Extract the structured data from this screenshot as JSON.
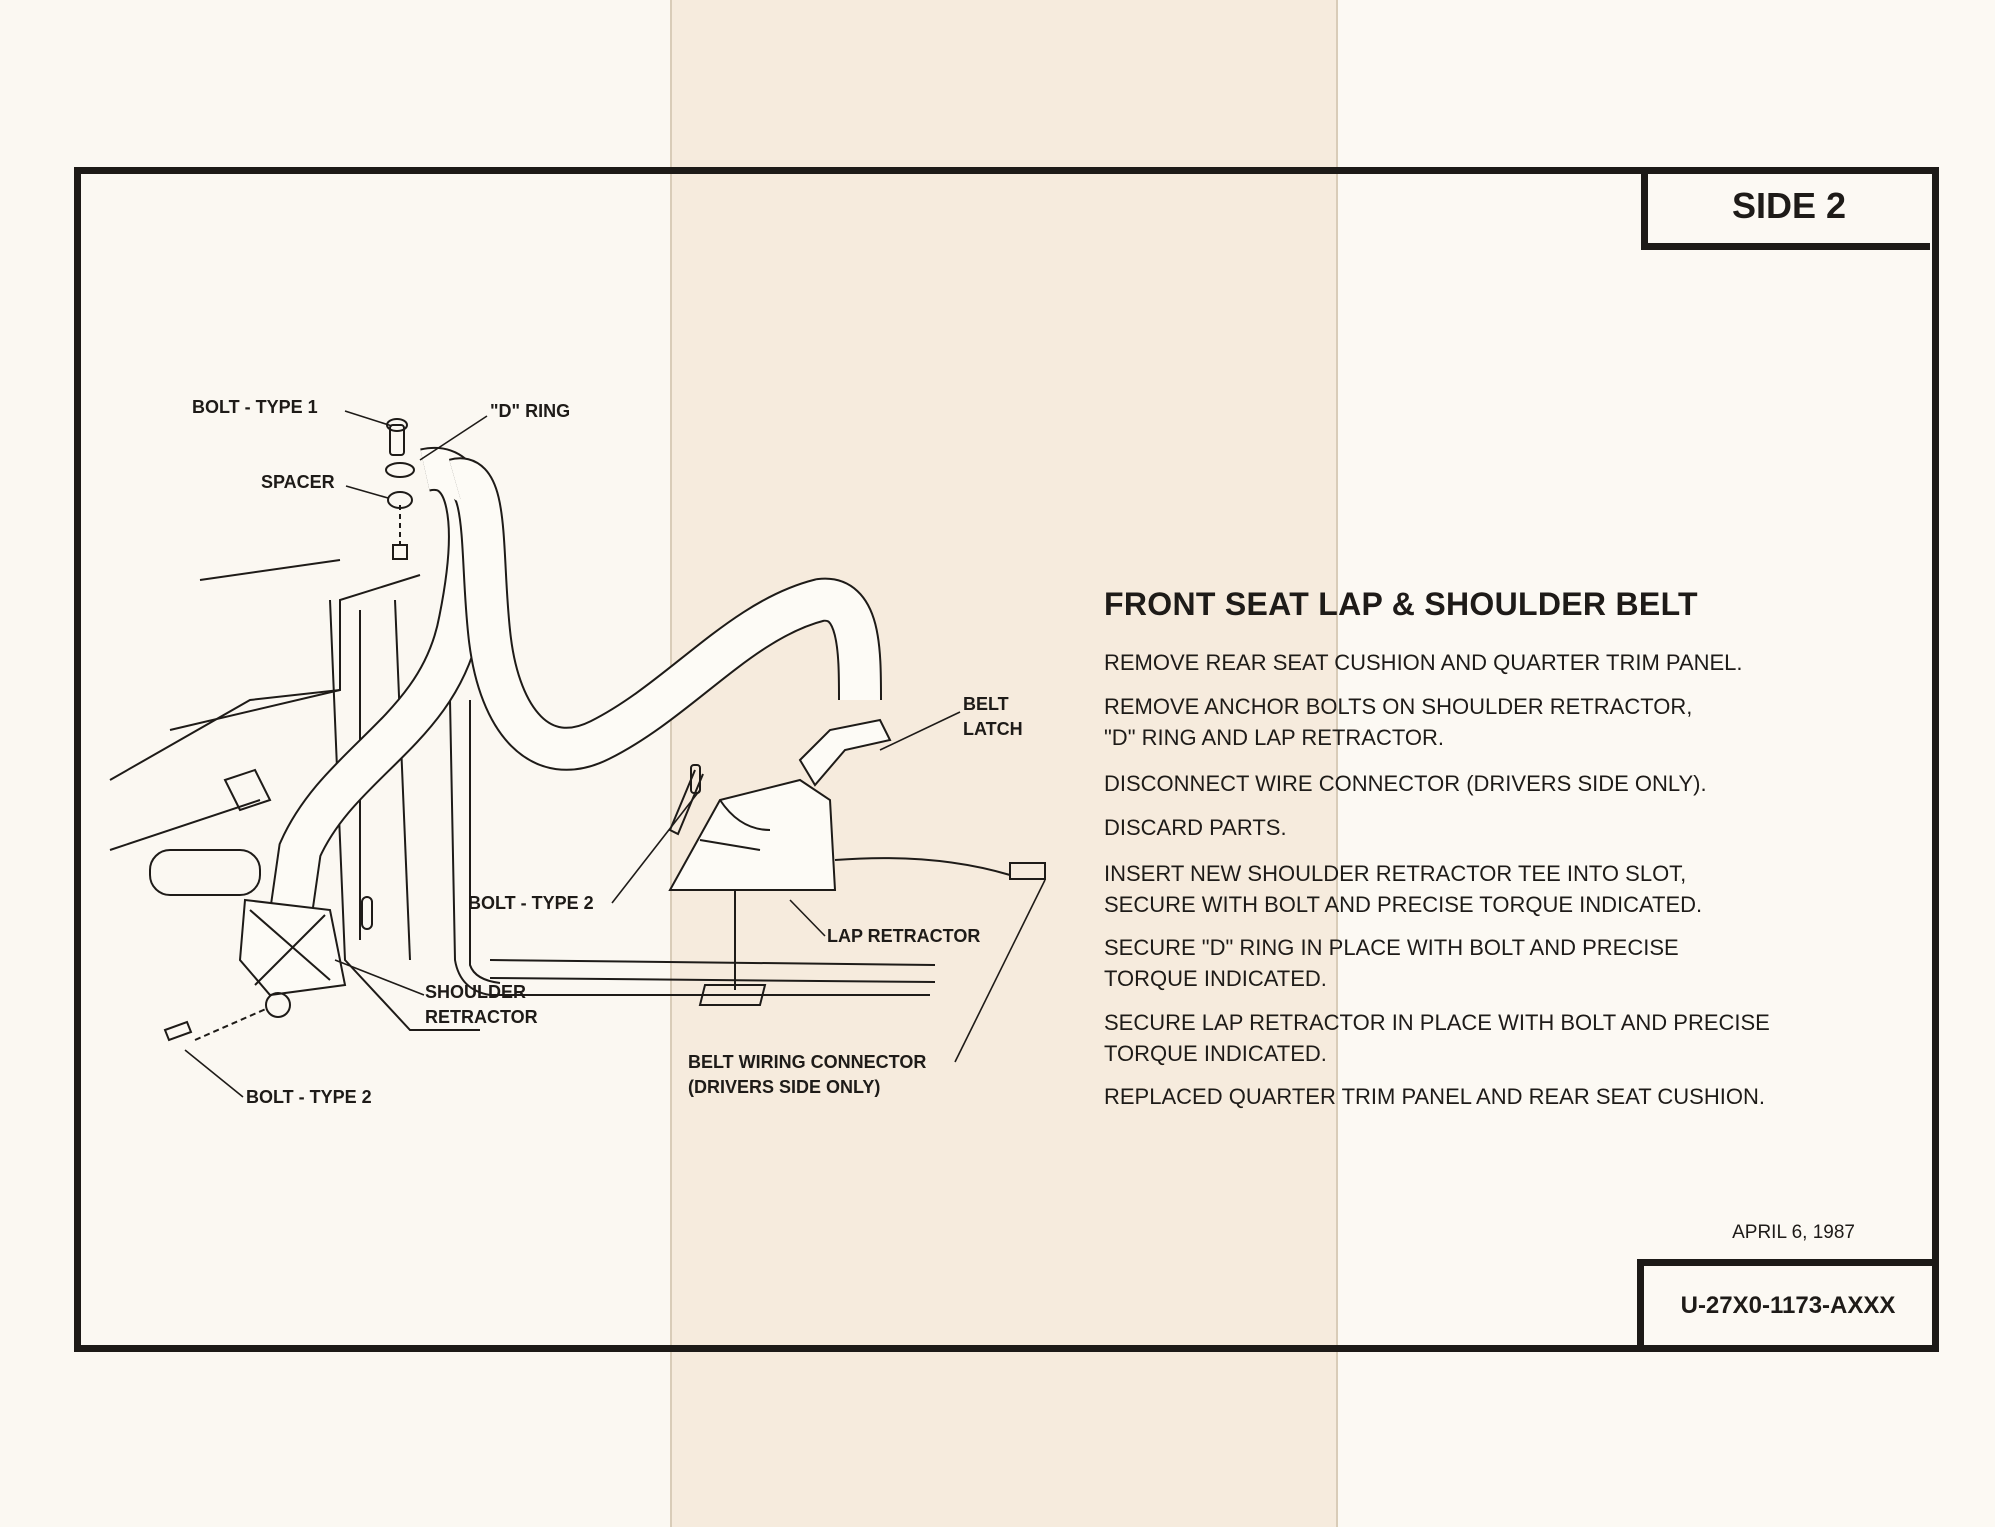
{
  "header": {
    "side_label": "SIDE 2"
  },
  "instructions": {
    "title": "FRONT SEAT LAP & SHOULDER BELT",
    "steps": [
      {
        "lines": [
          "REMOVE REAR SEAT CUSHION AND QUARTER TRIM PANEL."
        ]
      },
      {
        "lines": [
          "REMOVE ANCHOR BOLTS ON SHOULDER RETRACTOR,",
          "\"D\" RING AND LAP RETRACTOR."
        ]
      },
      {
        "lines": [
          "DISCONNECT WIRE CONNECTOR (DRIVERS SIDE ONLY)."
        ]
      },
      {
        "lines": [
          "DISCARD PARTS."
        ]
      },
      {
        "lines": [
          "INSERT NEW SHOULDER RETRACTOR TEE INTO SLOT,",
          "SECURE WITH BOLT AND PRECISE TORQUE INDICATED."
        ]
      },
      {
        "lines": [
          "SECURE \"D\" RING IN PLACE WITH BOLT AND PRECISE",
          "TORQUE INDICATED."
        ]
      },
      {
        "lines": [
          "SECURE LAP RETRACTOR IN PLACE WITH BOLT AND PRECISE",
          "TORQUE INDICATED."
        ]
      },
      {
        "lines": [
          "REPLACED QUARTER TRIM PANEL AND REAR SEAT CUSHION."
        ]
      }
    ]
  },
  "diagram": {
    "labels": {
      "bolt_type1": "BOLT - TYPE 1",
      "d_ring": "\"D\" RING",
      "spacer": "SPACER",
      "belt_latch": [
        "BELT",
        "LATCH"
      ],
      "bolt_type2_mid": "BOLT - TYPE 2",
      "lap_retractor": "LAP RETRACTOR",
      "shoulder_retractor": [
        "SHOULDER",
        "RETRACTOR"
      ],
      "bolt_type2_bottom": "BOLT - TYPE 2",
      "belt_wiring_connector": [
        "BELT WIRING CONNECTOR",
        "(DRIVERS SIDE ONLY)"
      ]
    }
  },
  "footer": {
    "date": "APRIL 6, 1987",
    "part_number": "U-27X0-1173-AXXX"
  }
}
